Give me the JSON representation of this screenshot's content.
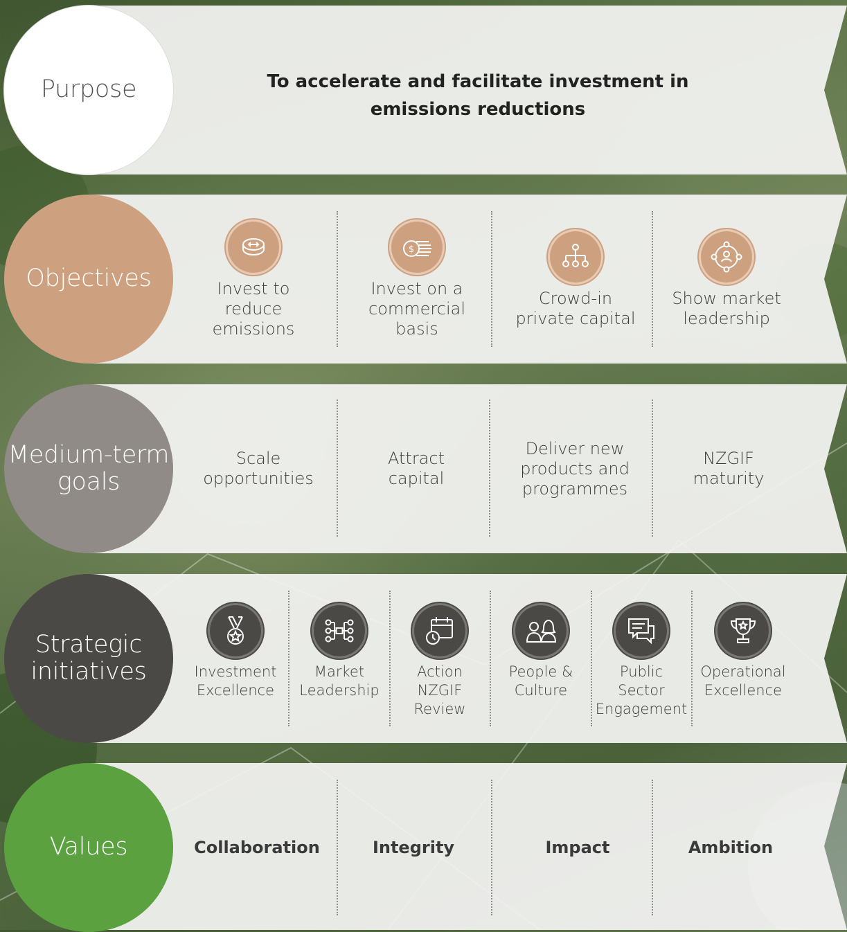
{
  "colors": {
    "purpose_circle": "#ffffff",
    "objectives_circle": "#cda180",
    "goals_circle": "#908b86",
    "initiatives_circle": "#4b4946",
    "values_circle": "#5ba140",
    "band_fill": "#f4f4f3"
  },
  "purpose": {
    "label": "Purpose",
    "line1": "To accelerate and facilitate investment in",
    "line2": "emissions reductions"
  },
  "objectives": {
    "label": "Objectives",
    "items": [
      {
        "icon": "coin-icon",
        "line1": "Invest to",
        "line2": "reduce",
        "line3": "emissions"
      },
      {
        "icon": "money-stack-icon",
        "line1": "Invest on a",
        "line2": "commercial",
        "line3": "basis"
      },
      {
        "icon": "org-chart-icon",
        "line1": "Crowd-in",
        "line2": "private capital"
      },
      {
        "icon": "leader-network-icon",
        "line1": "Show market",
        "line2": "leadership"
      }
    ]
  },
  "goals": {
    "label_line1": "Medium-term",
    "label_line2": "goals",
    "items": [
      {
        "line1": "Scale",
        "line2": "opportunities"
      },
      {
        "line1": "Attract",
        "line2": "capital"
      },
      {
        "line1": "Deliver new",
        "line2": "products and",
        "line3": "programmes"
      },
      {
        "line1": "NZGIF",
        "line2": "maturity"
      }
    ]
  },
  "initiatives": {
    "label_line1": "Strategic",
    "label_line2": "initiatives",
    "items": [
      {
        "icon": "medal-icon",
        "line1": "Investment",
        "line2": "Excellence"
      },
      {
        "icon": "network-nodes-icon",
        "line1": "Market",
        "line2": "Leadership"
      },
      {
        "icon": "calendar-clock-icon",
        "line1": "Action",
        "line2": "NZGIF",
        "line3": "Review"
      },
      {
        "icon": "people-icon",
        "line1": "People &",
        "line2": "Culture"
      },
      {
        "icon": "chat-bubbles-icon",
        "line1": "Public",
        "line2": "Sector",
        "line3": "Engagement"
      },
      {
        "icon": "trophy-icon",
        "line1": "Operational",
        "line2": "Excellence"
      }
    ]
  },
  "values": {
    "label": "Values",
    "items": [
      "Collaboration",
      "Integrity",
      "Impact",
      "Ambition"
    ]
  }
}
